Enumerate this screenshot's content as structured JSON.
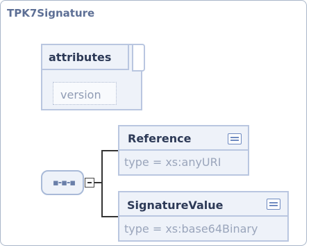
{
  "diagram": {
    "root": {
      "title": "TPK7Signature"
    },
    "attributes": {
      "label": "attributes",
      "items": [
        {
          "name": "version"
        }
      ]
    },
    "sequence": {
      "icon": "sequence-dots-icon"
    },
    "elements": [
      {
        "name": "Reference",
        "type": "type = xs:anyURI",
        "icon": "documentation-icon"
      },
      {
        "name": "SignatureValue",
        "type": "type = xs:base64Binary",
        "icon": "documentation-icon"
      }
    ]
  }
}
